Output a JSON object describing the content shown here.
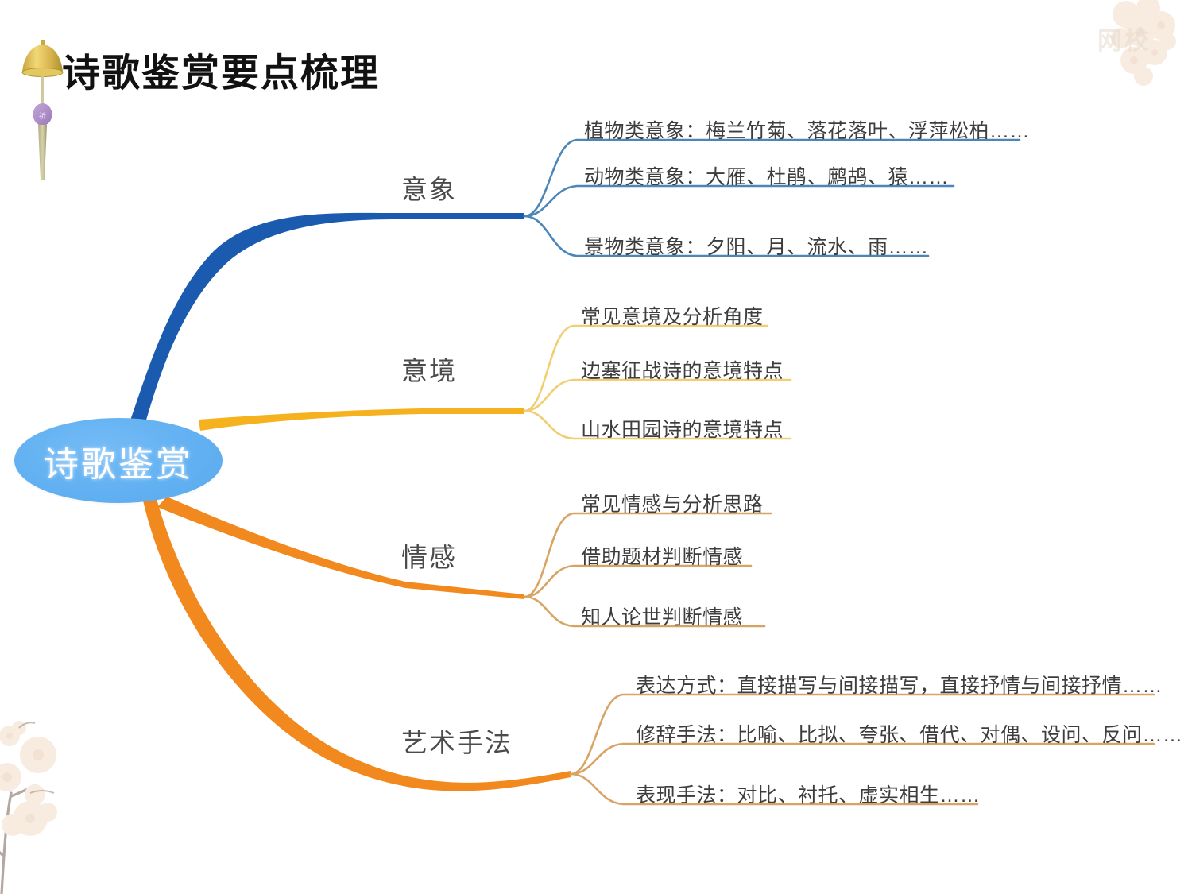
{
  "page": {
    "title": "诗歌鉴赏要点梳理",
    "watermark": "网校",
    "background_color": "#ffffff"
  },
  "decorations": [
    {
      "name": "bell-wind-chime",
      "position": "top-left"
    },
    {
      "name": "plum-blossom-top-right",
      "position": "top-right"
    },
    {
      "name": "plum-blossom-bottom-left",
      "position": "bottom-left"
    }
  ],
  "mindmap": {
    "root": {
      "label": "诗歌鉴赏",
      "fill_color": "#64b2f2",
      "text_color": "#ffffff"
    },
    "branches": [
      {
        "label": "意象",
        "color": "#1b5baf",
        "leaf_color": "#4a86b8",
        "children": [
          "植物类意象：梅兰竹菊、落花落叶、浮萍松柏……",
          "动物类意象：大雁、杜鹃、鹧鸪、猿……",
          "景物类意象：夕阳、月、流水、雨……"
        ]
      },
      {
        "label": "意境",
        "color": "#f5b21e",
        "leaf_color": "#f0cf73",
        "children": [
          "常见意境及分析角度",
          "边塞征战诗的意境特点",
          "山水田园诗的意境特点"
        ]
      },
      {
        "label": "情感",
        "color": "#f2891e",
        "leaf_color": "#d8a464",
        "children": [
          "常见情感与分析思路",
          "借助题材判断情感",
          "知人论世判断情感"
        ]
      },
      {
        "label": "艺术手法",
        "color": "#f2891e",
        "leaf_color": "#d8a464",
        "children": [
          "表达方式：直接描写与间接描写，直接抒情与间接抒情……",
          "修辞手法：比喻、比拟、夸张、借代、对偶、设问、反问……",
          "表现手法：对比、衬托、虚实相生……"
        ]
      }
    ]
  }
}
